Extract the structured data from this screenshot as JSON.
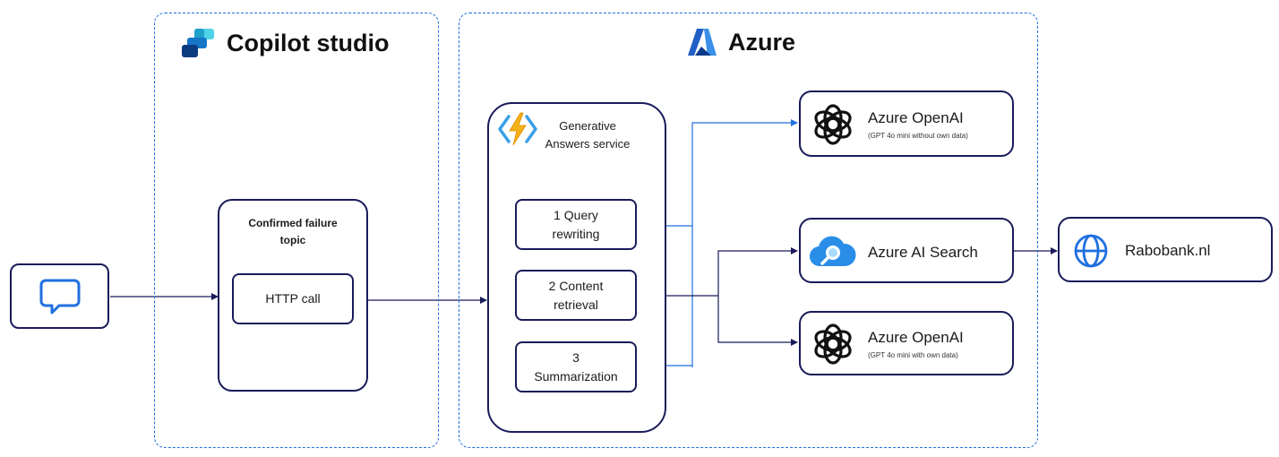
{
  "copilot": {
    "title": "Copilot studio",
    "topic_title": "Confirmed failure\ntopic",
    "http_call": "HTTP call"
  },
  "azure": {
    "title": "Azure",
    "service_title": "Generative\nAnswers service",
    "steps": [
      "1 Query\nrewriting",
      "2 Content\nretrieval",
      "3\nSummarization"
    ]
  },
  "services": {
    "openai_1": {
      "title": "Azure OpenAI",
      "subtitle": "(GPT 4o mini without own data)"
    },
    "search": {
      "title": "Azure AI Search"
    },
    "openai_2": {
      "title": "Azure OpenAI",
      "subtitle": "(GPT 4o mini with own data)"
    },
    "rabobank": {
      "title": "Rabobank.nl"
    }
  },
  "colors": {
    "dashed_border": "#1f6fe0",
    "box_border": "#1a1b5a",
    "arrow_dark": "#1a1b5a",
    "arrow_blue": "#1f6fe0"
  }
}
